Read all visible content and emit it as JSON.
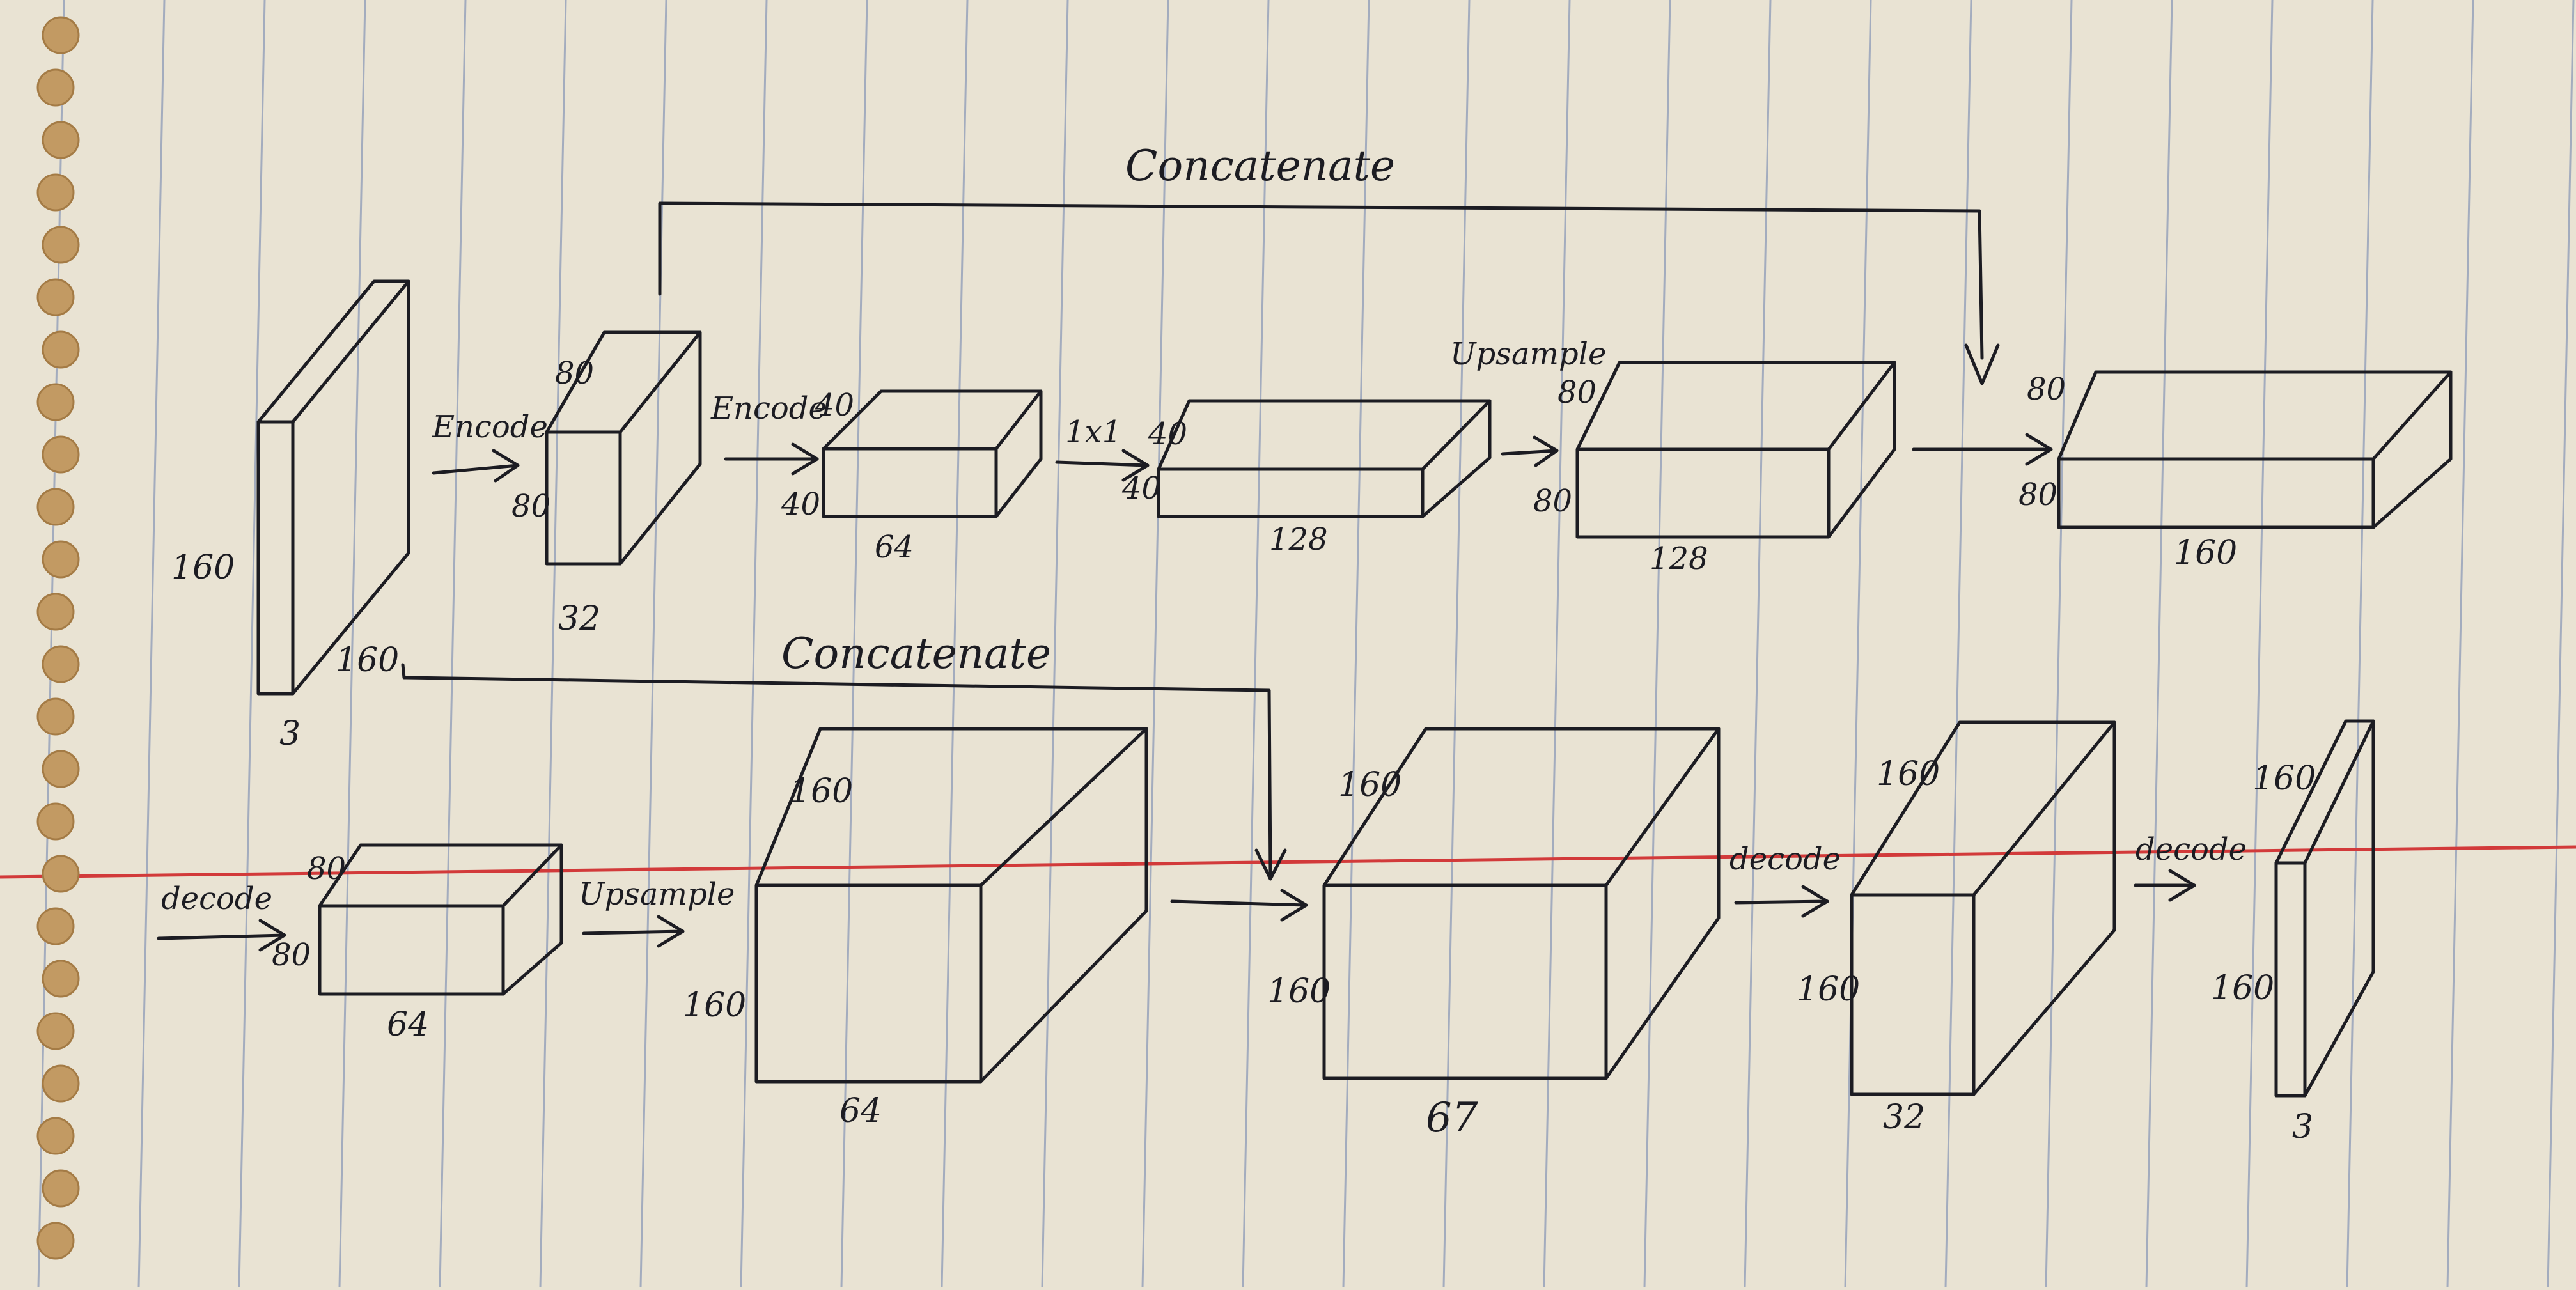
{
  "colors": {
    "paper": "#e9e3d3",
    "ink": "#1c1c22",
    "ruled_line": "#8c9ab8",
    "margin_line": "#d23a3a"
  },
  "labels": {
    "concatenate_top": "Concatenate",
    "concatenate_bottom": "Concatenate",
    "encode_1": "Encode",
    "encode_2": "Encode",
    "conv_1x1": "1x1",
    "upsample_top": "Upsample",
    "upsample_bottom": "Upsample",
    "decode_1": "decode",
    "decode_2": "decode",
    "decode_3": "decode"
  },
  "blocks": {
    "input": {
      "height": "160",
      "width": "160",
      "channels": "3"
    },
    "enc1": {
      "height": "80",
      "width": "80",
      "channels": "32"
    },
    "enc2": {
      "height": "40",
      "width": "40",
      "channels": "64"
    },
    "bottleneck": {
      "height": "40",
      "width": "40",
      "channels": "128"
    },
    "up1": {
      "height": "80",
      "width": "80",
      "channels": "128"
    },
    "cat1": {
      "height": "80",
      "width": "80",
      "channels": "160"
    },
    "dec1": {
      "height": "80",
      "width": "80",
      "channels": "64"
    },
    "up2": {
      "height": "160",
      "width": "160",
      "channels": "64"
    },
    "cat2": {
      "height": "160",
      "width": "160",
      "channels": "67"
    },
    "dec2": {
      "height": "160",
      "width": "160",
      "channels": "32"
    },
    "output": {
      "height": "160",
      "width": "160",
      "channels": "3"
    }
  }
}
